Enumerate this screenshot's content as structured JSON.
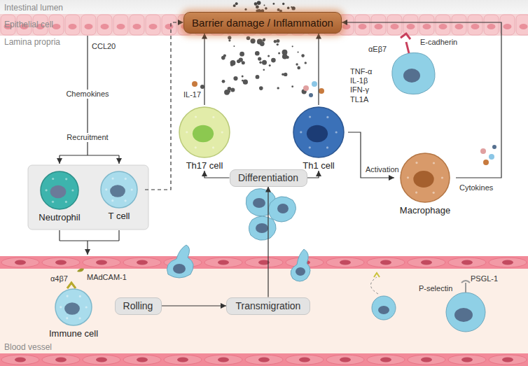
{
  "diagram": {
    "nodes": [
      {
        "text": [
          "Barrier damage / Inflammation"
        ]
      },
      {
        "text": [
          "Neutrophil"
        ]
      },
      {
        "text": [
          "T cell"
        ]
      },
      {
        "text": [
          "Th17 cell"
        ]
      },
      {
        "text": [
          "Differentiation"
        ]
      },
      {
        "text": [
          "Th1 cell"
        ]
      },
      {
        "text": [
          "Macrophage"
        ]
      },
      {
        "text": [
          "Immune cell"
        ]
      },
      {
        "text": [
          "Rolling"
        ]
      },
      {
        "text": [
          "Transmigration"
        ]
      }
    ],
    "edges": [
      {
        "from": 2,
        "to": 0,
        "arrow": "to"
      },
      {
        "from": 3,
        "to": 0,
        "arrow": "to"
      },
      {
        "from": 5,
        "to": 0,
        "arrow": "to"
      },
      {
        "from": 4,
        "to": 3,
        "arrow": "to"
      },
      {
        "from": 4,
        "to": 5,
        "arrow": "to"
      },
      {
        "from": 9,
        "to": 4,
        "arrow": "to"
      },
      {
        "from": 8,
        "to": 9,
        "arrow": "to"
      },
      {
        "from": 5,
        "to": 6,
        "label": "Activation",
        "arrow": "to"
      },
      {
        "from": 6,
        "to": 0,
        "label": "Cytokines",
        "arrow": "to"
      }
    ],
    "labels": [
      "Intestinal lumen",
      "Epithelial cell",
      "Lamina propria",
      "CCL20",
      "Chemokines",
      "Recruitment",
      "IL-17",
      "TNF-α IL-1β IFN-γ TL1A",
      "αEβ7",
      "E-cadherin",
      "α4β7",
      "MAdCAM-1",
      "PSGL-1",
      "P-selectin",
      "Blood vessel"
    ]
  }
}
